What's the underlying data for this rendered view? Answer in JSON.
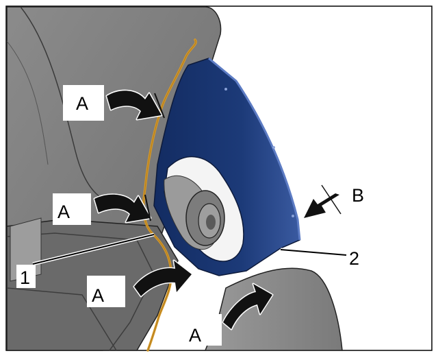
{
  "figure": {
    "panel_color": "#1c3a78",
    "cable_color": "#d59a2b",
    "labels": {
      "a1": "A",
      "a2": "A",
      "a3": "A",
      "a4": "A",
      "b": "B",
      "part1": "1",
      "part2": "2"
    }
  }
}
